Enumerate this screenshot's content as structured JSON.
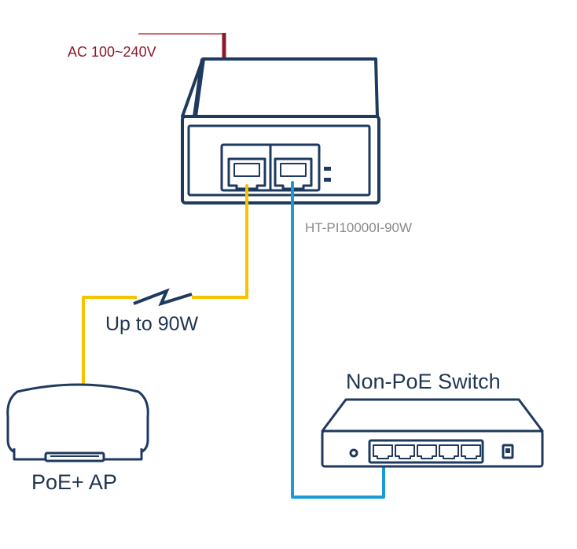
{
  "labels": {
    "ac_input": "AC 100~240V",
    "injector_model": "HT-PI10000I-90W",
    "power_budget": "Up to 90W",
    "switch": "Non-PoE Switch",
    "access_point": "PoE+ AP"
  },
  "colors": {
    "device_outline": "#1f3a5f",
    "ac_cable": "#8b1a2b",
    "poe_cable": "#f5c400",
    "data_cable": "#1b9ad6",
    "label_text": "#1f3552",
    "model_text": "#8a8a8a"
  }
}
